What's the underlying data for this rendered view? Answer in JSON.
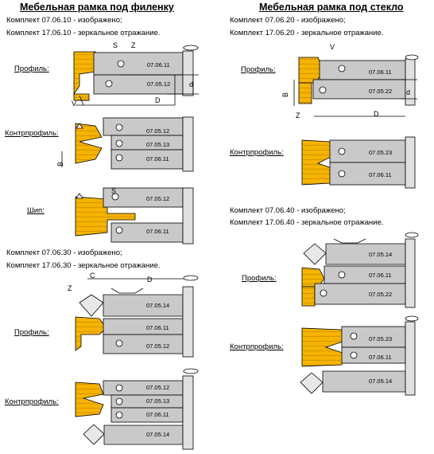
{
  "left": {
    "title": "Мебельная рамка под филенку",
    "kit1": "Комплект  07.06.10 - изображено;",
    "kit2": "Комплект  17.06.10 - зеркальное отражание.",
    "kit3": "Комплект  07.06.30 - изображено;",
    "kit4": "Комплект  17.06.30 - зеркальное отражание.",
    "label_profile1": "Профиль:",
    "label_contra1": "Контрпрофиль:",
    "label_tenon": "Шип:",
    "label_profile2": "Профиль:",
    "label_contra2": "Контрпрофиль:"
  },
  "right": {
    "title": "Мебельная рамка под стекло",
    "kit1": "Комплект  07.06.20 - изображено;",
    "kit2": "Комплект  17.06.20 - зеркальное отражание.",
    "kit3": "Комплект  07.06.40 - изображено;",
    "kit4": "Комплект  17.06.40 - зеркальное отражание.",
    "label_profile1": "Профиль:",
    "label_contra1": "Контрпрофиль:",
    "label_profile2": "Профиль:",
    "label_contra2": "Контрпрофиль:"
  },
  "dims": {
    "S": "S",
    "Z": "Z",
    "V": "V",
    "D": "D",
    "d": "d",
    "B": "B",
    "C": "C"
  },
  "parts": {
    "p0611": "07.06.11",
    "p0512": "07.05.12",
    "p0513": "07.05.13",
    "p0514": "07.05.14",
    "p0522": "07.05.22",
    "p0523": "07.05.23"
  },
  "colors": {
    "wood": "#f6b400",
    "wood_dark": "#c98a00",
    "steel": "#c9c9c9",
    "steel_dark": "#8f8f8f",
    "line": "#000000"
  }
}
